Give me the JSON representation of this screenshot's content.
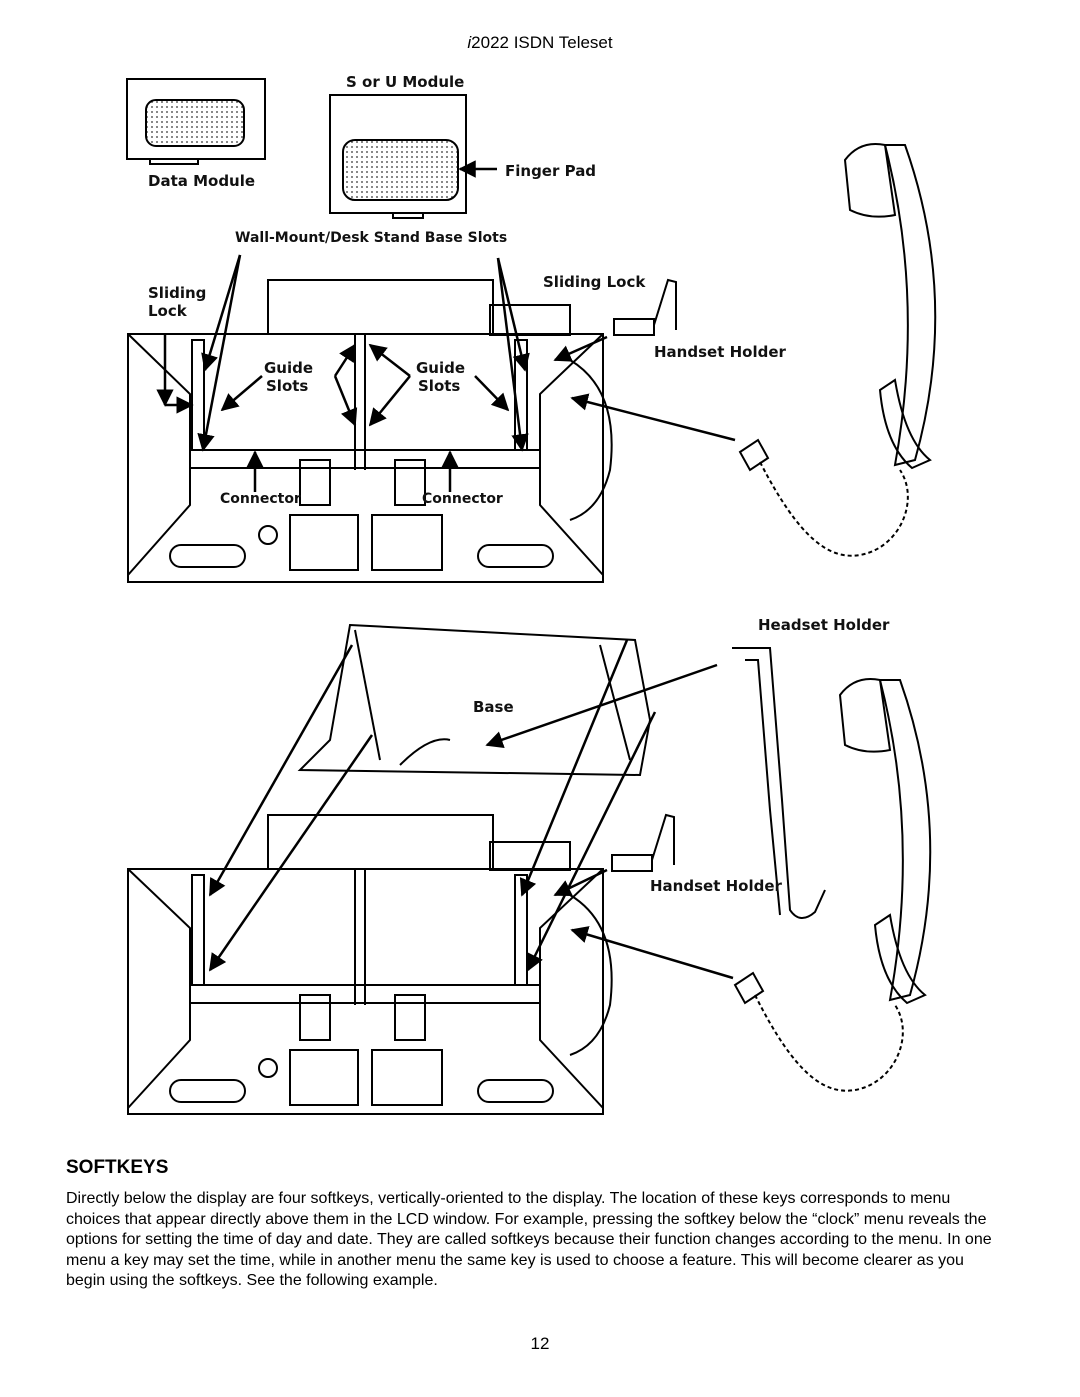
{
  "header": {
    "model": "i",
    "title": "2022 ISDN Teleset"
  },
  "figure": {
    "labels": {
      "data_module": "Data Module",
      "s_or_u_module": "S or U Module",
      "finger_pad": "Finger Pad",
      "base_slots": "Wall-Mount/Desk Stand Base Slots",
      "sliding_lock_left_1": "Sliding",
      "sliding_lock_left_2": "Lock",
      "sliding_lock_right": "Sliding Lock",
      "handset_holder_top": "Handset Holder",
      "guide_slots_left_1": "Guide",
      "guide_slots_left_2": "Slots",
      "guide_slots_right_1": "Guide",
      "guide_slots_right_2": "Slots",
      "connector_left": "Connector",
      "connector_right": "Connector",
      "headset_holder": "Headset Holder",
      "base": "Base",
      "handset_holder_bottom": "Handset Holder"
    }
  },
  "section": {
    "title": "SOFTKEYS",
    "body": "Directly below the display are four softkeys, vertically-oriented to the display. The location of these keys corresponds to menu choices that appear directly above them in the LCD window. For example, pressing the softkey below the “clock” menu reveals the options for setting the time of day and date. They are called softkeys because their function changes according to the menu. In one menu a key may set the time, while in another menu the same key is used to choose a feature. This will become clearer as you begin using the softkeys. See the following example."
  },
  "page_number": "12"
}
